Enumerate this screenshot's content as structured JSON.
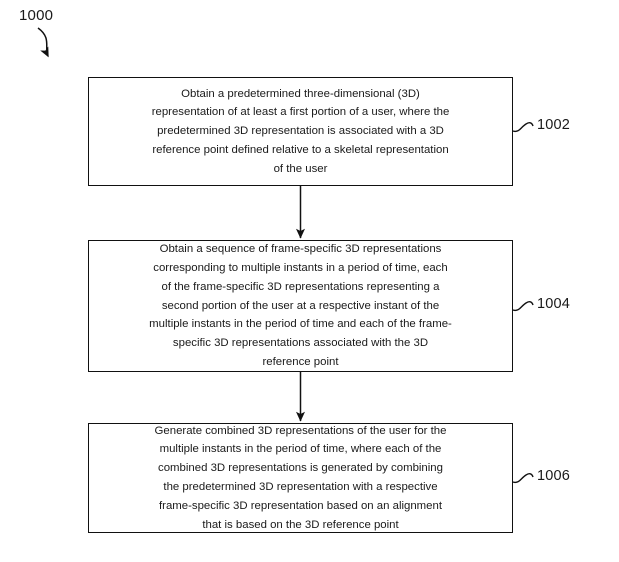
{
  "figure": {
    "number": "1000",
    "pointer_icon": "curved-arrow-icon"
  },
  "flowchart": {
    "orientation": "vertical",
    "steps": [
      {
        "ref": "1002",
        "text": "Obtain a predetermined three-dimensional (3D)\nrepresentation of at least a first portion of a user, where the\npredetermined 3D representation is associated with a 3D\nreference point defined relative to a skeletal representation\nof the user"
      },
      {
        "ref": "1004",
        "text": "Obtain a sequence of frame-specific 3D representations\ncorresponding to multiple instants in a period of time, each\nof the frame-specific 3D representations representing a\nsecond portion of the user at a respective instant of the\nmultiple instants in the period of time and each of the frame-\nspecific 3D representations associated with the 3D\nreference point"
      },
      {
        "ref": "1006",
        "text": "Generate combined 3D representations of the user for the\nmultiple instants in the period of time, where each of the\ncombined 3D representations is generated by combining\nthe predetermined 3D representation with a respective\nframe-specific 3D representation based on an alignment\nthat is based on the 3D reference point"
      }
    ],
    "connectors": [
      {
        "from": "1002",
        "to": "1004",
        "icon": "down-arrow-icon"
      },
      {
        "from": "1004",
        "to": "1006",
        "icon": "down-arrow-icon"
      }
    ]
  },
  "style": {
    "stroke": "#111111",
    "background": "#ffffff",
    "text": "#1a1a1a"
  }
}
